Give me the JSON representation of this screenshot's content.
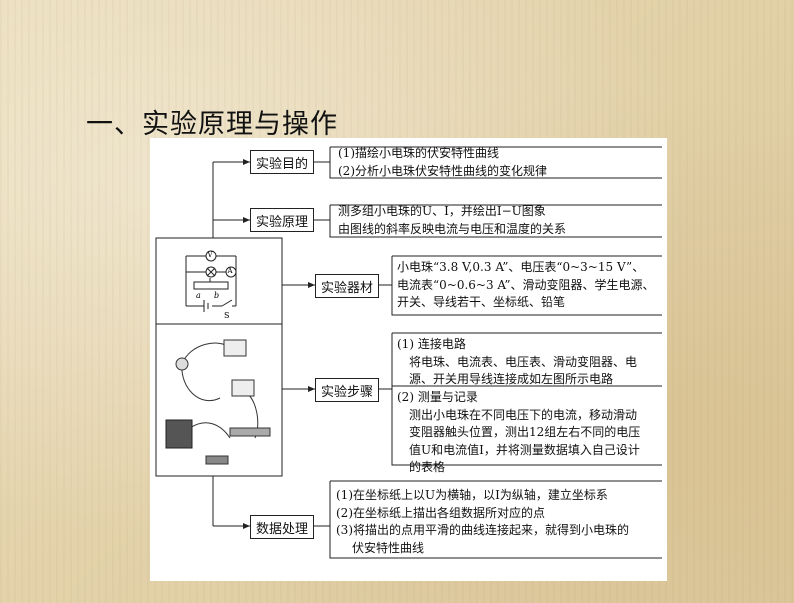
{
  "title": "一、实验原理与操作",
  "nodes": {
    "purpose": {
      "label": "实验目的",
      "lines": [
        "(1)描绘小电珠的伏安特性曲线",
        "(2)分析小电珠伏安特性曲线的变化规律"
      ]
    },
    "principle": {
      "label": "实验原理",
      "lines": [
        "测多组小电珠的U、I，并绘出I−U图象",
        "由图线的斜率反映电流与电压和温度的关系"
      ]
    },
    "equipment": {
      "label": "实验器材",
      "lines": [
        "小电珠“3.8 V,0.3 A”、电压表“0~3~15 V”、",
        "电流表“0~0.6~3 A”、滑动变阻器、学生电源、",
        "开关、导线若干、坐标纸、铅笔"
      ]
    },
    "steps": {
      "label": "实验步骤",
      "step1": [
        "(1) 连接电路",
        "将电珠、电流表、电压表、滑动变阻器、电",
        "源、开关用导线连接成如左图所示电路"
      ],
      "step2": [
        "(2) 测量与记录",
        "测出小电珠在不同电压下的电流，移动滑动",
        "变阻器触头位置，测出12组左右不同的电压",
        "值U和电流值I，并将测量数据填入自己设计",
        "的表格"
      ]
    },
    "data": {
      "label": "数据处理",
      "lines": [
        "(1)在坐标纸上以U为横轴，以I为纵轴，建立坐标系",
        "(2)在坐标纸上描出各组数据所对应的点",
        "(3)将描出的点用平滑的曲线连接起来，就得到小电珠的",
        "伏安特性曲线"
      ]
    }
  },
  "circuit": {
    "voltmeter": "V",
    "ammeter": "A",
    "slider_a": "a",
    "slider_b": "b",
    "switch": "S"
  }
}
